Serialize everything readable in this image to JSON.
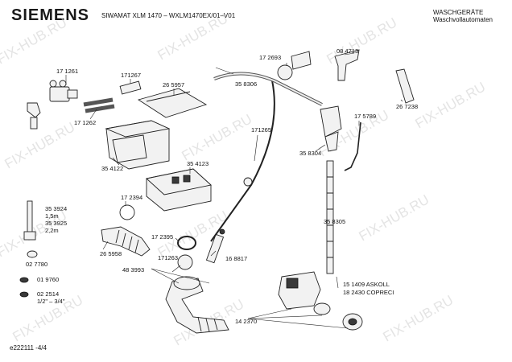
{
  "header": {
    "brand": "SIEMENS",
    "model": "SIWAMAT XLM 1470 – WXLM1470EX/01–V01",
    "category_line1": "WASCHGERÄTE",
    "category_line2": "Waschvollautomaten"
  },
  "footer": {
    "code": "e222111 -4/4"
  },
  "watermark": "FIX-HUB.RU",
  "parts": {
    "p171261": "17 1261",
    "p171267": "171267",
    "p265957": "26 5957",
    "p172693": "17 2693",
    "p084713": "08 4713",
    "p358306": "35 8306",
    "p267238": "26 7238",
    "p171262": "17 1262",
    "p171265": "171265",
    "p175789": "17 5789",
    "p358304": "35 8304",
    "p354122": "35 4122",
    "p354123": "35 4123",
    "p172394": "17 2394",
    "p353924": "35 3924",
    "p15m": "1,5m",
    "p353925": "35 3925",
    "p22m": "2,2m",
    "p265958": "26 5958",
    "p172395": "17 2395",
    "p358305": "35 8305",
    "p027780": "02 7780",
    "p171263": "171263",
    "p168817": "16 8817",
    "p483993": "48 3993",
    "p019760": "01 9760",
    "p022514": "02 2514",
    "pthread": "1/2\" – 3/4\"",
    "p151409": "15 1409  ASKOLL",
    "p182430": "18 2430  COPRECI",
    "p142370": "14 2370"
  }
}
